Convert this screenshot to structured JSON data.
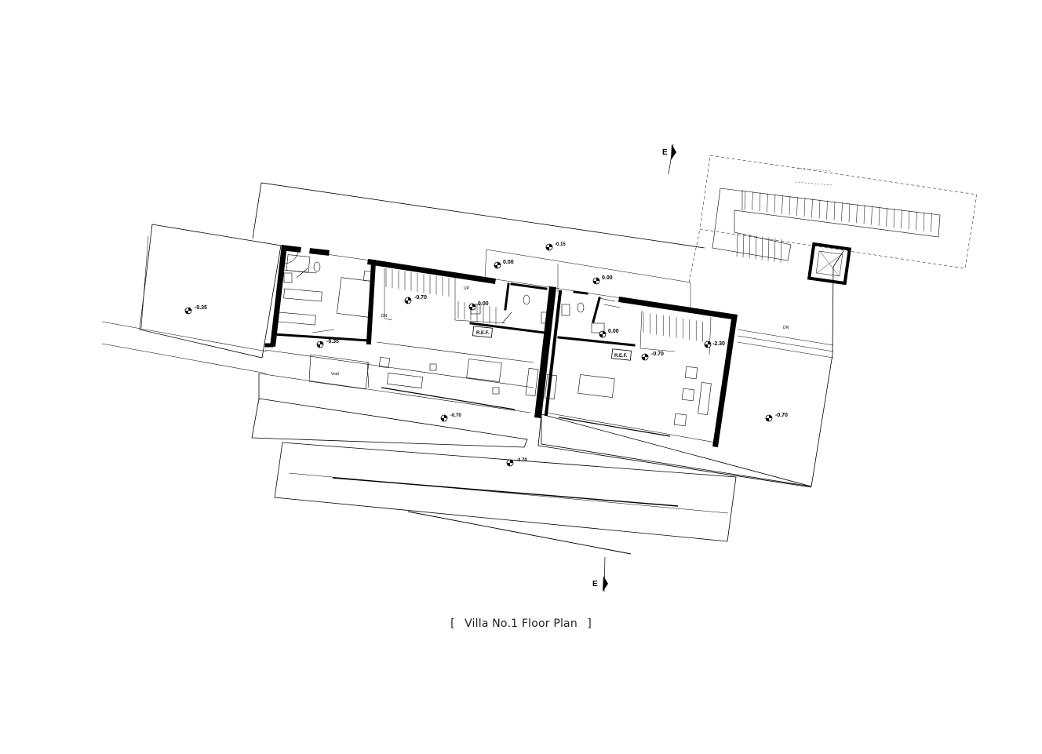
{
  "caption": {
    "open": "[",
    "title": "Villa No.1 Floor Plan",
    "close": "]"
  },
  "section_marks": {
    "top": "E",
    "bottom": "E"
  },
  "levels": {
    "west_terrace": "-0.35",
    "north_path": "-0.15",
    "entry": "0.00",
    "entry_right": "0.00",
    "kitchen": "0.00",
    "bath_right": "0.00",
    "bedroom": "-0.35",
    "living_left": "-0.70",
    "living_right": "-0.70",
    "front_terrace": "-0.70",
    "east_terrace": "-0.70",
    "lower_garden": "-3.70",
    "stair_top": "-2.30"
  },
  "tags": {
    "ref_left": "R.E.F.",
    "ref_right": "R.E.F.",
    "void": "Void"
  },
  "stair": {
    "up": "UP",
    "dn": "DN"
  }
}
